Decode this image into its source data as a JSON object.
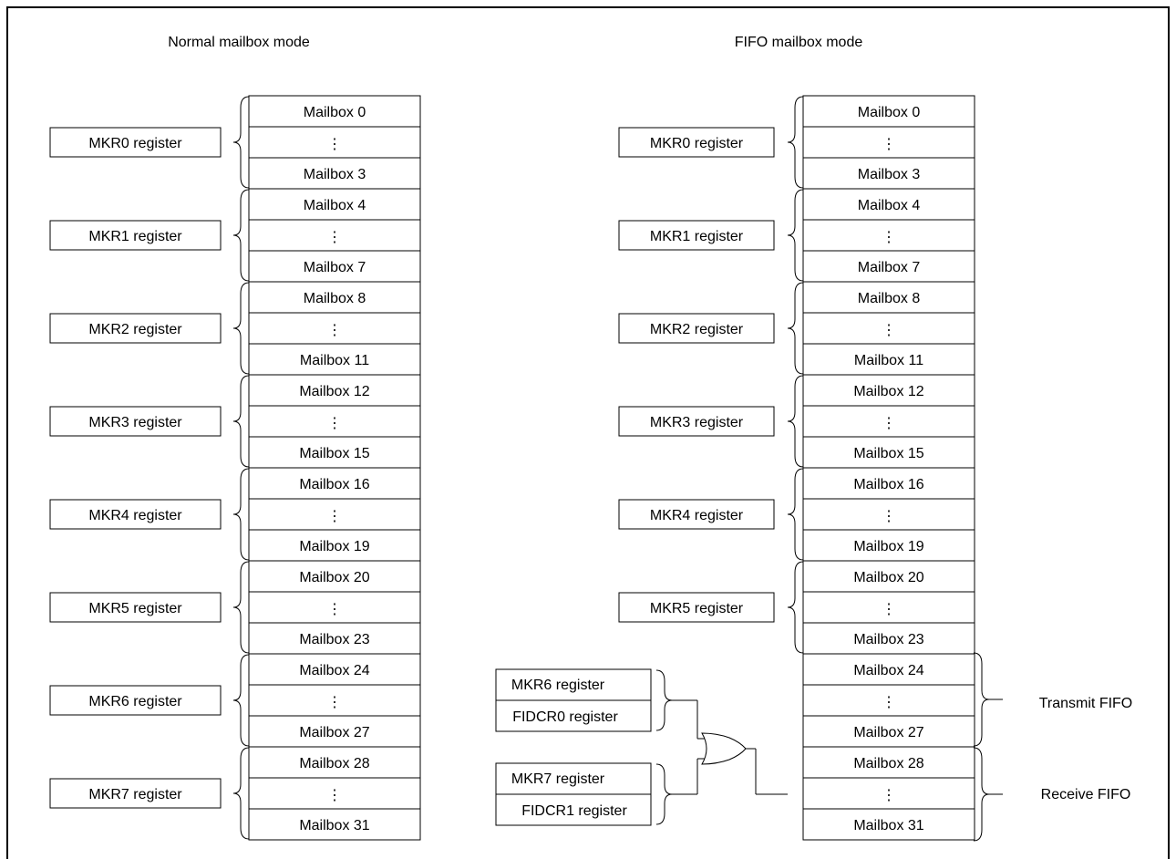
{
  "titles": {
    "normal": "Normal mailbox mode",
    "fifo": "FIFO mailbox mode"
  },
  "registers": [
    "MKR0 register",
    "MKR1 register",
    "MKR2 register",
    "MKR3 register",
    "MKR4 register",
    "MKR5 register",
    "MKR6 register",
    "MKR7 register"
  ],
  "mailbox_groups": [
    [
      "Mailbox 0",
      "Mailbox 3"
    ],
    [
      "Mailbox 4",
      "Mailbox 7"
    ],
    [
      "Mailbox 8",
      "Mailbox 11"
    ],
    [
      "Mailbox 12",
      "Mailbox 15"
    ],
    [
      "Mailbox 16",
      "Mailbox 19"
    ],
    [
      "Mailbox 20",
      "Mailbox 23"
    ],
    [
      "Mailbox 24",
      "Mailbox 27"
    ],
    [
      "Mailbox 28",
      "Mailbox 31"
    ]
  ],
  "ellipsis_glyph": "⋮",
  "fifo_extra_registers": [
    "FIDCR0 register",
    "FIDCR1 register"
  ],
  "fifo_labels": {
    "transmit": "Transmit FIFO",
    "receive": "Receive FIFO"
  }
}
